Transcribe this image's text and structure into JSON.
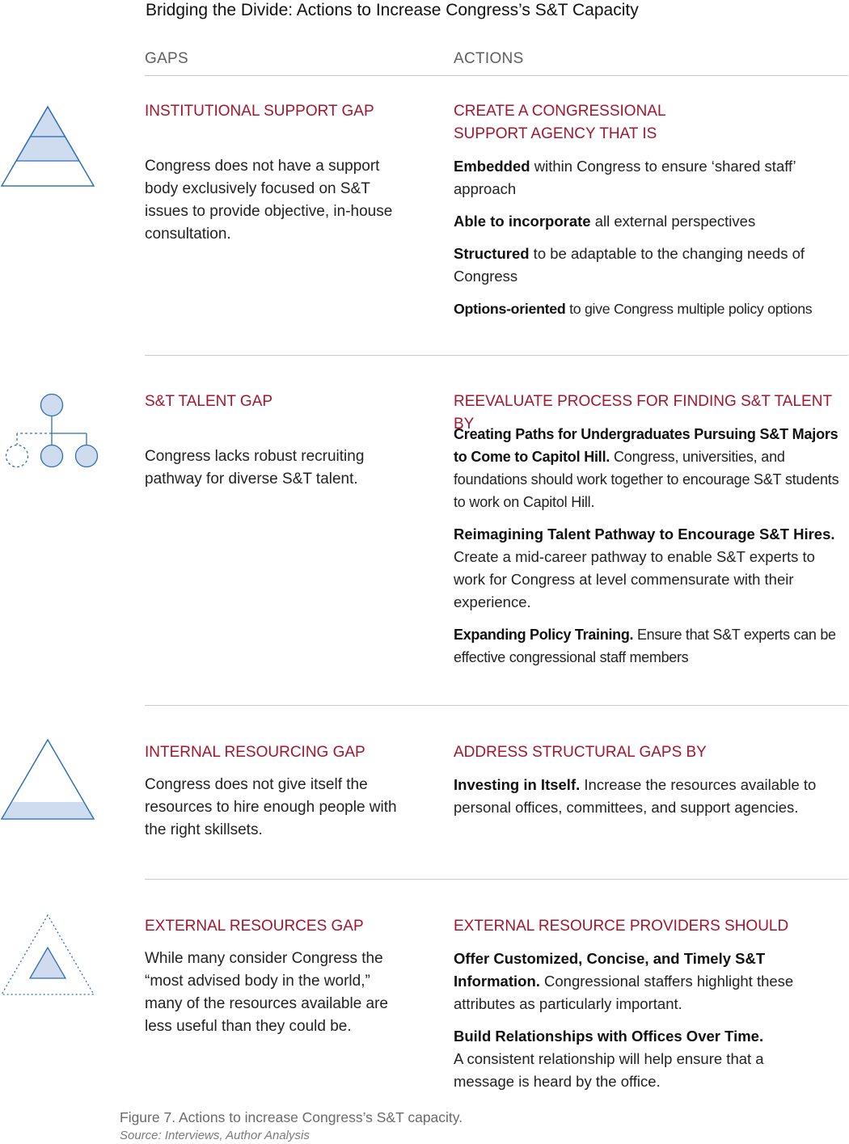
{
  "title": "Bridging the Divide: Actions to Increase Congress’s S&T Capacity",
  "headers": {
    "gaps": "GAPS",
    "actions": "ACTIONS"
  },
  "colors": {
    "accent": "#a3162e",
    "icon_stroke": "#2f6fb3",
    "icon_fill": "#cfdcef",
    "rule": "#c9c9c9"
  },
  "rows": [
    {
      "icon": "pyramid-layers-icon",
      "gap_title": "INSTITUTIONAL SUPPORT GAP",
      "gap_text": "Congress does not have a support body exclusively focused on S&T issues to provide objective, in-house consultation.",
      "action_title_1": "CREATE A CONGRESSIONAL",
      "action_title_2": "SUPPORT AGENCY THAT IS",
      "items": [
        {
          "bold": "Embedded",
          "text": " within Congress to ensure ‘shared staff’ approach"
        },
        {
          "bold": "Able to incorporate",
          "text": " all external perspectives"
        },
        {
          "bold": "Structured",
          "text": " to be adaptable to the changing needs of Congress"
        },
        {
          "bold": "Options-oriented",
          "text": " to give Congress multiple policy options"
        }
      ]
    },
    {
      "icon": "org-chart-icon",
      "gap_title": "S&T TALENT GAP",
      "gap_text": "Congress lacks robust recruiting pathway for diverse S&T talent.",
      "action_title": "REEVALUATE PROCESS FOR FINDING S&T TALENT BY",
      "items": [
        {
          "bold": "Creating Paths for Undergraduates Pursuing S&T Majors to Come to Capitol Hill.",
          "text": " Congress, universities, and foundations should work together to encourage S&T students to work on Capitol Hill."
        },
        {
          "bold": "Reimagining Talent Pathway to Encourage S&T Hires.",
          "text": " Create a mid-career pathway to enable S&T experts to work for Congress at level commensurate with their experience."
        },
        {
          "bold": "Expanding Policy Training.",
          "text": " Ensure that S&T experts can be effective congressional staff members"
        }
      ]
    },
    {
      "icon": "triangle-base-fill-icon",
      "gap_title": "INTERNAL RESOURCING GAP",
      "gap_text": "Congress does not give itself the resources to hire enough people with the right skillsets.",
      "action_title": "ADDRESS STRUCTURAL GAPS BY",
      "items": [
        {
          "bold": "Investing in Itself.",
          "text": " Increase the resources available to personal offices, committees, and support agencies."
        }
      ]
    },
    {
      "icon": "nested-triangle-icon",
      "gap_title": "EXTERNAL RESOURCES GAP",
      "gap_text": "While many consider Congress the “most advised body in the world,” many of the resources available are less useful than they could be.",
      "action_title": "EXTERNAL RESOURCE PROVIDERS SHOULD",
      "items": [
        {
          "bold": "Offer Customized, Concise, and Timely S&T Information.",
          "text": " Congressional staffers highlight these attributes as particularly important."
        },
        {
          "bold": "Build Relationships with Offices Over Time.",
          "text": " A consistent relationship will help ensure that a message is heard by the office."
        }
      ]
    }
  ],
  "caption": "Figure 7. Actions to increase Congress’s S&T capacity.",
  "source": "Source: Interviews, Author Analysis"
}
